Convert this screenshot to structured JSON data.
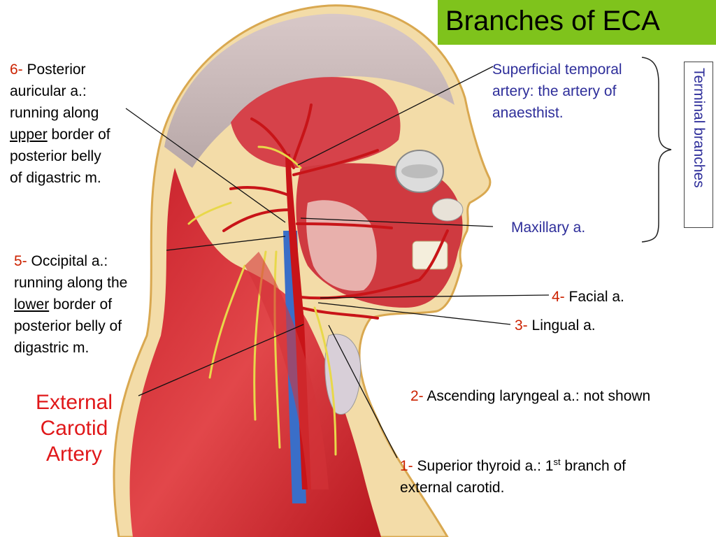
{
  "title": "Branches of ECA",
  "terminal_branches": "Terminal branches",
  "labels": {
    "superficial_temporal": {
      "line1": "Superficial temporal",
      "line2": "artery: the artery of",
      "line3": "anaesthist."
    },
    "maxillary": "Maxillary a.",
    "posterior_auricular": {
      "number": "6-",
      "line1": " Posterior",
      "line2": "auricular a.:",
      "line3": "running along",
      "underline": "upper",
      "line4_rest": " border of",
      "line5": "posterior belly",
      "line6": "of digastric m."
    },
    "occipital": {
      "number": "5-",
      "line1": " Occipital a.:",
      "line2": "running along the",
      "underline": "lower",
      "line3_rest": " border of",
      "line4": "posterior belly of",
      "line5": "digastric m."
    },
    "facial": {
      "number": "4-",
      "text": " Facial a."
    },
    "lingual": {
      "number": "3-",
      "text": " Lingual a."
    },
    "ascending_laryngeal": {
      "number": "2-",
      "text": " Ascending laryngeal a.: not shown"
    },
    "superior_thyroid": {
      "number": "1-",
      "text": " Superior thyroid a.: 1",
      "sup": "st",
      "text_after": " branch of",
      "line2": "external carotid."
    },
    "external_carotid": {
      "line1": "External",
      "line2": "Carotid",
      "line3": "Artery"
    }
  },
  "colors": {
    "title_bg": "#7fc31c",
    "number": "#cc2200",
    "blue_text": "#2e2e9a",
    "eca_text": "#e0181a"
  }
}
